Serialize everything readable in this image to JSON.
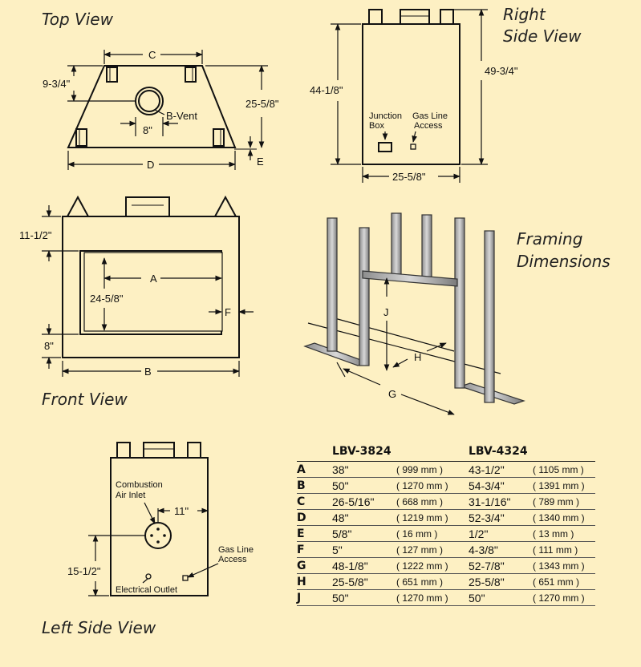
{
  "views": {
    "top": "Top View",
    "right_side": [
      "Right",
      "Side View"
    ],
    "front": "Front View",
    "framing": [
      "Framing",
      "Dimensions"
    ],
    "left_side": "Left Side View"
  },
  "top_view": {
    "c": "C",
    "h9": "9-3/4\"",
    "w8": "8\"",
    "bvent": "B-Vent",
    "depth": "25-5/8\"",
    "d": "D",
    "e": "E"
  },
  "right_view": {
    "h1": "44-1/8\"",
    "h2": "49-3/4\"",
    "junction": [
      "Junction",
      "Box"
    ],
    "gas": [
      "Gas Line",
      "Access"
    ],
    "width": "25-5/8\""
  },
  "front_view": {
    "top": "11-1/2\"",
    "a": "A",
    "h": "24-5/8\"",
    "f": "F",
    "bottom": "8\"",
    "b": "B"
  },
  "framing": {
    "j": "J",
    "h": "H",
    "g": "G"
  },
  "left_view": {
    "combustion": [
      "Combustion",
      "Air Inlet"
    ],
    "w11": "11\"",
    "h15": "15-1/2\"",
    "gas": [
      "Gas Line",
      "Access"
    ],
    "electrical": "Electrical Outlet"
  },
  "specs": {
    "models": [
      "LBV-3824",
      "LBV-4324"
    ],
    "rows": [
      {
        "letter": "A",
        "in1": "38\"",
        "mm1": "( 999 mm )",
        "in2": "43-1/2\"",
        "mm2": "( 1105 mm )"
      },
      {
        "letter": "B",
        "in1": "50\"",
        "mm1": "( 1270 mm )",
        "in2": "54-3/4\"",
        "mm2": "( 1391 mm )"
      },
      {
        "letter": "C",
        "in1": "26-5/16\"",
        "mm1": "( 668 mm )",
        "in2": "31-1/16\"",
        "mm2": "( 789 mm )"
      },
      {
        "letter": "D",
        "in1": "48\"",
        "mm1": "( 1219 mm )",
        "in2": "52-3/4\"",
        "mm2": "( 1340 mm )"
      },
      {
        "letter": "E",
        "in1": "5/8\"",
        "mm1": "( 16 mm )",
        "in2": "1/2\"",
        "mm2": "( 13 mm )"
      },
      {
        "letter": "F",
        "in1": "5\"",
        "mm1": "( 127 mm )",
        "in2": "4-3/8\"",
        "mm2": "( 111 mm )"
      },
      {
        "letter": "G",
        "in1": "48-1/8\"",
        "mm1": "( 1222 mm )",
        "in2": "52-7/8\"",
        "mm2": "( 1343 mm )"
      },
      {
        "letter": "H",
        "in1": "25-5/8\"",
        "mm1": "( 651 mm )",
        "in2": "25-5/8\"",
        "mm2": "( 651 mm )"
      },
      {
        "letter": "J",
        "in1": "50\"",
        "mm1": "( 1270 mm )",
        "in2": "50\"",
        "mm2": "( 1270 mm )"
      }
    ]
  }
}
